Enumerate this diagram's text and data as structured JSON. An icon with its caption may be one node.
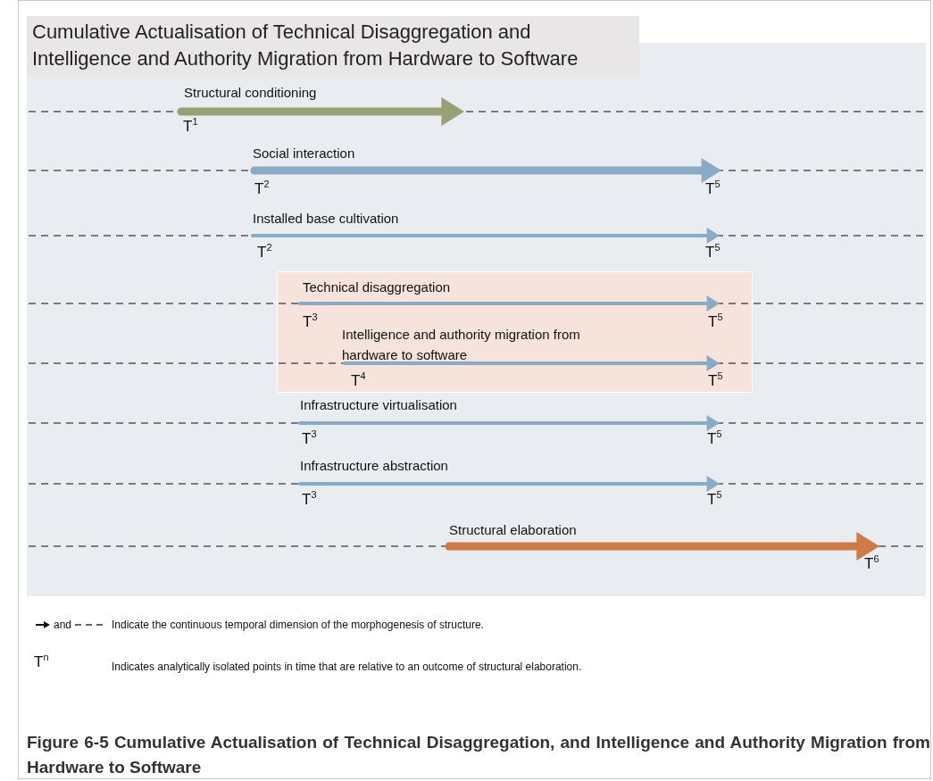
{
  "diagram": {
    "title": "Cumulative Actualisation of Technical Disaggregation and Intelligence and Authority Migration from Hardware to Software",
    "caption": "Figure 6-5 Cumulative Actualisation of Technical Disaggregation, and Intelligence and Authority Migration from Hardware to Software",
    "nodes": [
      {
        "text": [
          "Technical disaggregation",
          "T$^{3}$",
          "T$^{5}$",
          "Intelligence and authority migration from hardware to software",
          "T$^{4}$",
          "T$^{5}$"
        ]
      }
    ],
    "labels": [
      "Structural conditioning",
      "T$^{1}$",
      "Social interaction",
      "T$^{2}$",
      "T$^{5}$",
      "Installed base cultivation",
      "T$^{2}$",
      "T$^{5}$",
      "Infrastructure virtualisation",
      "T$^{3}$",
      "T$^{5}$",
      "Infrastructure abstraction",
      "T$^{3}$",
      "T$^{5}$",
      "Structural elaboration",
      "T$^{6}$",
      "and",
      "Indicate the continuous temporal dimension of the morphogenesis of structure.",
      "T$^{n}$",
      "Indicates analytically isolated points in time that are relative to an outcome of structural elaboration."
    ]
  }
}
